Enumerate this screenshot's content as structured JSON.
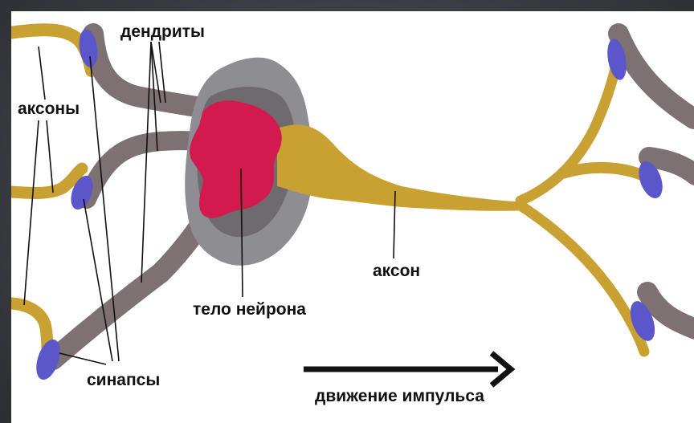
{
  "labels": {
    "dendrites": "дендриты",
    "axons": "аксоны",
    "neuron_body": "тело нейрона",
    "axon": "аксон",
    "synapses": "синапсы",
    "impulse_direction": "движение импульса"
  },
  "colors": {
    "axon": "#c9a032",
    "dendrite": "#7d7173",
    "soma_outer": "#8e8e92",
    "nucleus": "#d21a4e",
    "synapse": "#5b56c9",
    "arrow": "#111111"
  }
}
